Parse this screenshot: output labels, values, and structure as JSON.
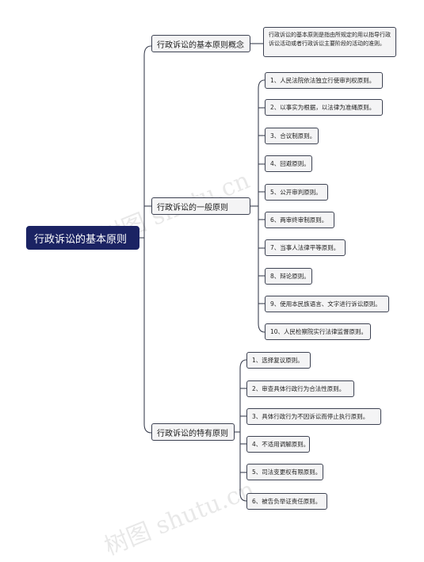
{
  "root": "行政诉讼的基本原则",
  "categories": {
    "concept": {
      "label": "行政诉讼的基本原则概念",
      "description": "行政诉讼的基本原则是指由所规定的用以指导行政诉讼活动或者行政诉讼主要阶段的活动的准则。"
    },
    "general": {
      "label": "行政诉讼的一般原则",
      "items": [
        "1、人民法院依法独立行使审判权原则。",
        "2、以事实为根据，以法律为准绳原则。",
        "3、合议制原则。",
        "4、回避原则。",
        "5、公开审判原则。",
        "6、两审终审制原则。",
        "7、当事人法律平等原则。",
        "8、辩论原则。",
        "9、使用本民族语言、文字进行诉讼原则。",
        "10、人民检察院实行法律监督原则。"
      ]
    },
    "special": {
      "label": "行政诉讼的特有原则",
      "items": [
        "1、选择复议原则。",
        "2、审查具体行政行为合法性原则。",
        "3、具体行政行为不因诉讼而停止执行原则。",
        "4、不适用调解原则。",
        "5、司法变更权有限原则。",
        "6、被告负举证责任原则。"
      ]
    }
  },
  "watermark": "树图 shutu.cn",
  "colors": {
    "root_fill": "#1b2363",
    "line": "#3d4252",
    "node_fill": "#f4f4f5"
  }
}
